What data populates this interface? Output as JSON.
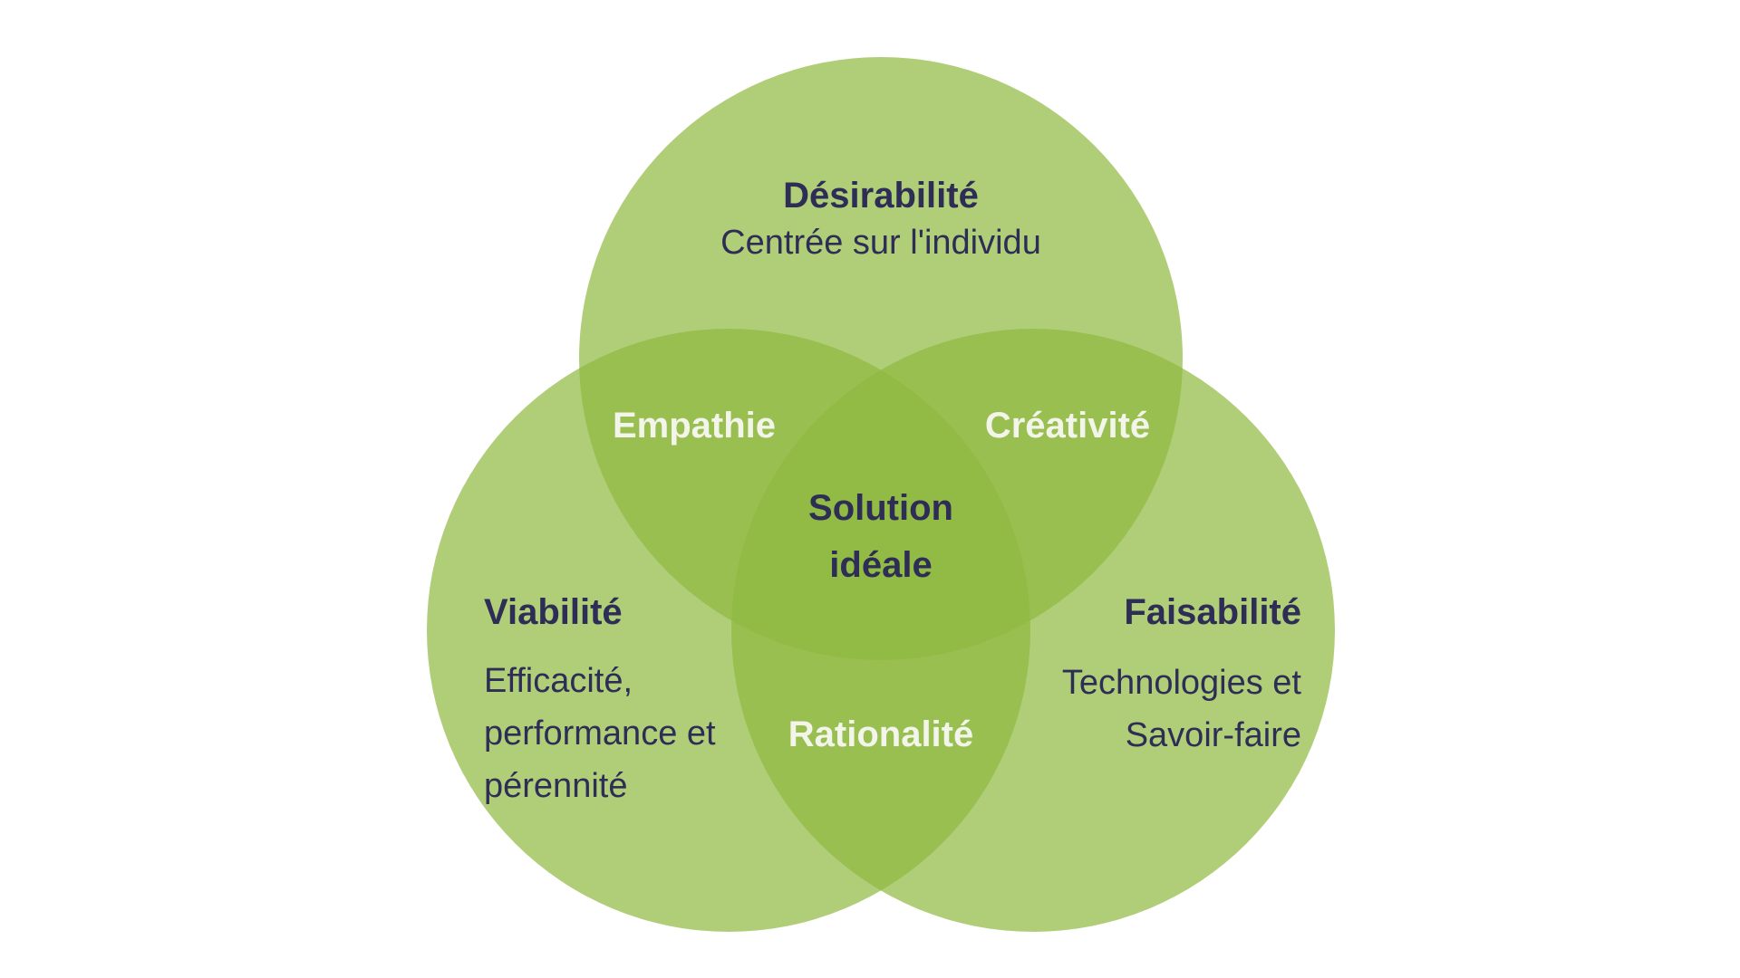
{
  "colors": {
    "background": "#ffffff",
    "circle_fill": "#8fb93f",
    "circle_opacity": 0.7,
    "dark_text": "#2e2d55",
    "light_text": "#f3f4ea"
  },
  "diagram": {
    "type": "venn-3",
    "top": {
      "title": "Désirabilité",
      "description": "Centrée sur l'individu"
    },
    "left": {
      "title": "Viabilité",
      "description_lines": [
        "Efficacité,",
        "performance et",
        "pérennité"
      ]
    },
    "right": {
      "title": "Faisabilité",
      "description_lines": [
        "Technologies et",
        "Savoir-faire"
      ]
    },
    "overlaps": {
      "top_left": "Empathie",
      "top_right": "Créativité",
      "left_right": "Rationalité"
    },
    "center": {
      "lines": [
        "Solution",
        "idéale"
      ]
    }
  }
}
